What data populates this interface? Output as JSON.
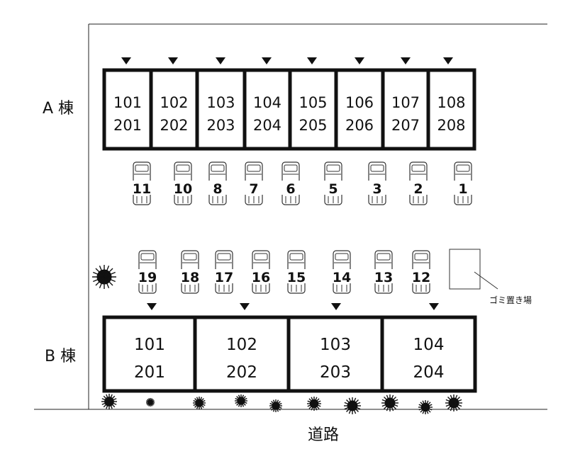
{
  "building_a": {
    "label": "A 棟",
    "units": [
      [
        "101",
        "201"
      ],
      [
        "102",
        "202"
      ],
      [
        "103",
        "203"
      ],
      [
        "104",
        "204"
      ],
      [
        "105",
        "205"
      ],
      [
        "106",
        "206"
      ],
      [
        "107",
        "207"
      ],
      [
        "108",
        "208"
      ]
    ]
  },
  "building_b": {
    "label": "B 棟",
    "units": [
      [
        "101",
        "201"
      ],
      [
        "102",
        "202"
      ],
      [
        "103",
        "203"
      ],
      [
        "104",
        "204"
      ]
    ]
  },
  "parking_top": [
    "11",
    "10",
    "8",
    "7",
    "6",
    "5",
    "3",
    "2",
    "1"
  ],
  "parking_bottom": [
    "19",
    "18",
    "17",
    "16",
    "15",
    "14",
    "13",
    "12"
  ],
  "trash_area": {
    "label": "ゴミ置き場"
  },
  "road": {
    "label": "道路"
  }
}
